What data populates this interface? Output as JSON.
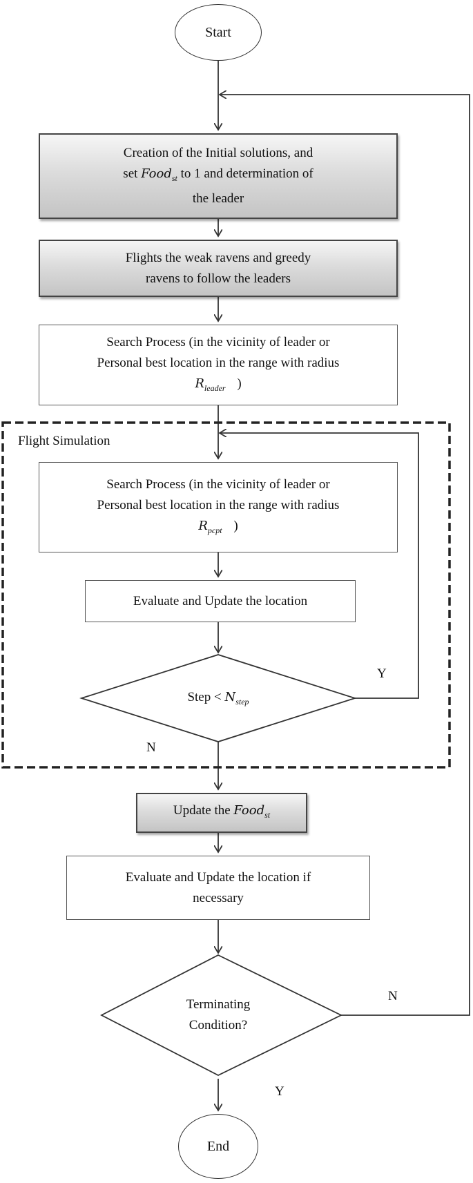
{
  "start": "Start",
  "end": "End",
  "init": {
    "line1": "Creation of the Initial solutions, and",
    "line2_a": "set",
    "food": "Food",
    "st": "st",
    "line2_b": "to 1 and determination of",
    "line3": "the leader"
  },
  "flights": {
    "line1": "Flights the weak ravens and greedy",
    "line2": "ravens to follow the leaders"
  },
  "search_leader": {
    "line1": "Search Process (in the vicinity of leader or",
    "line2": "Personal best location in the range with radius",
    "r": "R",
    "sub": "leader",
    "tail": ")"
  },
  "flight_sim": {
    "title": "Flight Simulation"
  },
  "search_pcpt": {
    "line1": "Search Process (in the vicinity of leader or",
    "line2": "Personal best location in the range with radius",
    "r": "R",
    "sub": "pcpt",
    "tail": ")"
  },
  "evaluate": "Evaluate and Update the location",
  "step_decision": {
    "text": "Step <",
    "n": "N",
    "sub": "step",
    "yes": "Y",
    "no": "N"
  },
  "update_food": {
    "text": "Update the",
    "food": "Food",
    "st": "st"
  },
  "evaluate_if": {
    "line1": "Evaluate and Update the location if",
    "line2": "necessary"
  },
  "terminate": {
    "line1": "Terminating",
    "line2": "Condition?",
    "no": "N",
    "yes": "Y"
  }
}
